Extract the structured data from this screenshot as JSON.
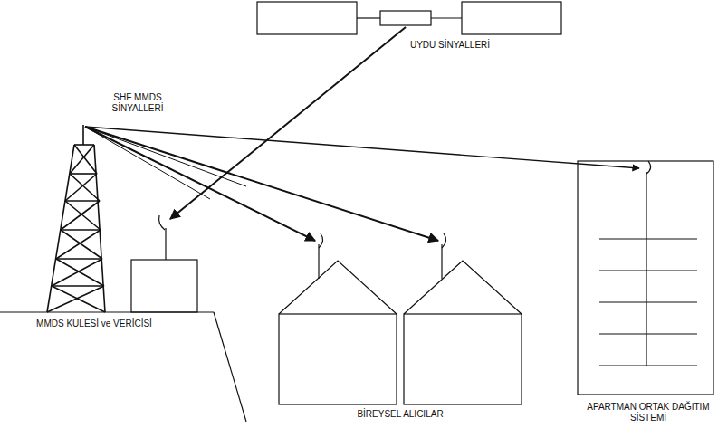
{
  "diagram": {
    "labels": [
      "UYDU SİNYALLERİ",
      "SHF MMDS SİNYALLERİ",
      "MMDS KULESİ ve VERİCİSİ",
      "BİREYSEL ALICILAR",
      "APARTMAN ORTAK DAĞITIM SİSTEMİ"
    ]
  }
}
